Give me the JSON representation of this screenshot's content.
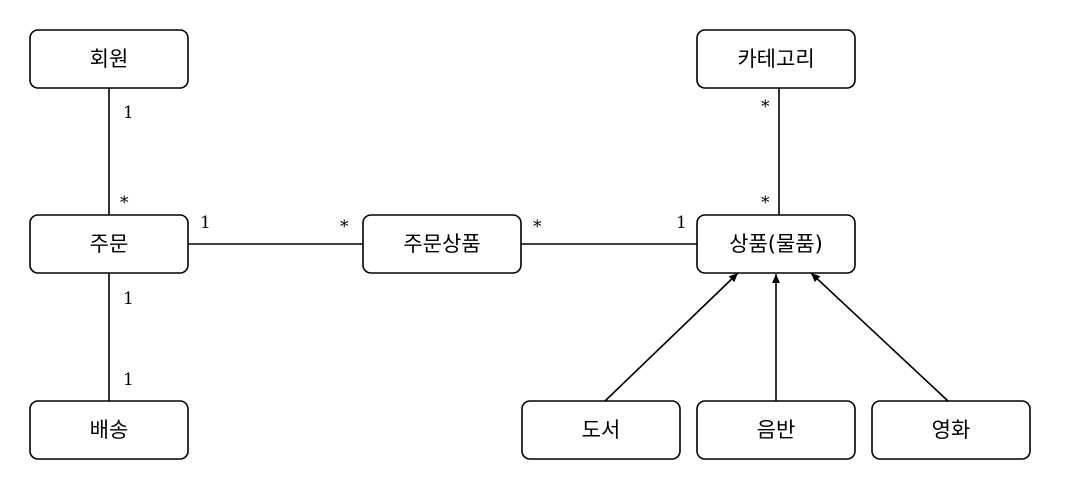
{
  "nodes": {
    "member": "회원",
    "order": "주문",
    "delivery": "배송",
    "order_item": "주문상품",
    "item": "상품(물품)",
    "category": "카테고리",
    "book": "도서",
    "album": "음반",
    "movie": "영화"
  },
  "multiplicities": {
    "member_order_member_end": "1",
    "member_order_order_end": "*",
    "order_orderitem_order_end": "1",
    "order_orderitem_orderitem_end": "*",
    "orderitem_item_orderitem_end": "*",
    "orderitem_item_item_end": "1",
    "category_item_category_end": "*",
    "category_item_item_end": "*",
    "order_delivery_order_end": "1",
    "order_delivery_delivery_end": "1"
  },
  "colors": {
    "stroke": "#000000",
    "fill": "#ffffff"
  }
}
